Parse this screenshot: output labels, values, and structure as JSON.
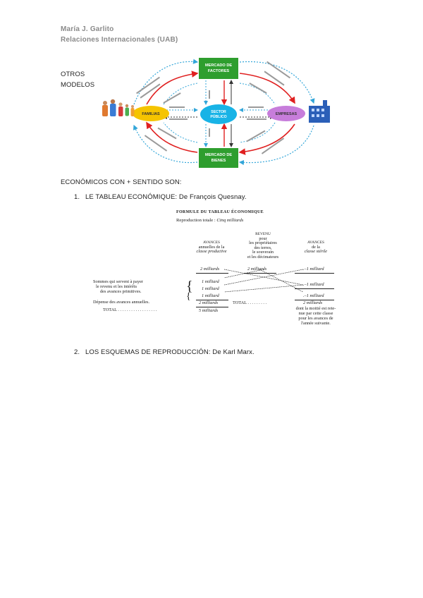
{
  "header": {
    "author": "María J. Garlito",
    "course": "Relaciones Internacionales (UAB)"
  },
  "intro": {
    "line1": "OTROS",
    "line2": "MODELOS"
  },
  "diagram": {
    "markets": {
      "factors_l1": "MERCADO DE",
      "factors_l2": "FACTORES",
      "goods_l1": "MERCADO DE",
      "goods_l2": "BIENES"
    },
    "agents": {
      "families": "FAMILIAS",
      "firms": "EMPRESAS",
      "public_l1": "SECTOR",
      "public_l2": "PÚBLICO"
    },
    "colors": {
      "market_box": "#2e9e2e",
      "families": "#f5c400",
      "firms": "#c77ddb",
      "public": "#18b3e6",
      "real_flow": "#e02020",
      "money_flow": "#33a6d9"
    }
  },
  "section_line": "ECONÓMICOS CON + SENTIDO SON:",
  "list": [
    {
      "number": "1.",
      "text": "LE TABLEAU ECONÓMIQUE: De François Quesnay."
    },
    {
      "number": "2.",
      "text": "LOS ESQUEMAS DE REPRODUCCIÓN: De Karl Marx."
    }
  ],
  "tableau": {
    "title": "FORMULE DU TABLEAU ÉCONOMIQUE",
    "subtitle_prefix": "Reproduction totale :",
    "subtitle_value": "Cinq milliards",
    "col_productive_l1": "AVANCES",
    "col_productive_l2": "annuelles de la",
    "col_productive_l3": "classe productive",
    "col_revenue_l1": "REVENU",
    "col_revenue_l2": "pour",
    "col_revenue_l3": "les propriétaires",
    "col_revenue_l4": "des terres,",
    "col_revenue_l5": "le souverain",
    "col_revenue_l6": "et les décimateurs",
    "col_sterile_l1": "AVANCES",
    "col_sterile_l2": "de la",
    "col_sterile_l3": "classe stérile",
    "row_top_productive": "2 milliards",
    "row_top_revenue": "2 milliards",
    "row_top_sterile": "1 milliard",
    "rows_productive": [
      "1 milliard",
      "1 milliard",
      "1 milliard"
    ],
    "rows_sterile": [
      "1 milliard",
      "1 milliard"
    ],
    "sum_productive": "2 milliards",
    "sum_sterile": "2 milliards",
    "total_productive": "5 milliards",
    "left_note_l1": "Sommes qui servent à payer",
    "left_note_l2": "le revenu et les intérêts",
    "left_note_l3": "des avances primitives.",
    "left_note_l4": "Dépense des avances annuelles.",
    "total_label_left": "TOTAL . . . . . . . . . . . . . . . . . .",
    "total_label_mid": "TOTAL . . . . . . . . .",
    "right_note_l1": "dont la moitié est rete-",
    "right_note_l2": "nue par cette classe",
    "right_note_l3": "pour les avances de",
    "right_note_l4": "l'année suivante."
  }
}
